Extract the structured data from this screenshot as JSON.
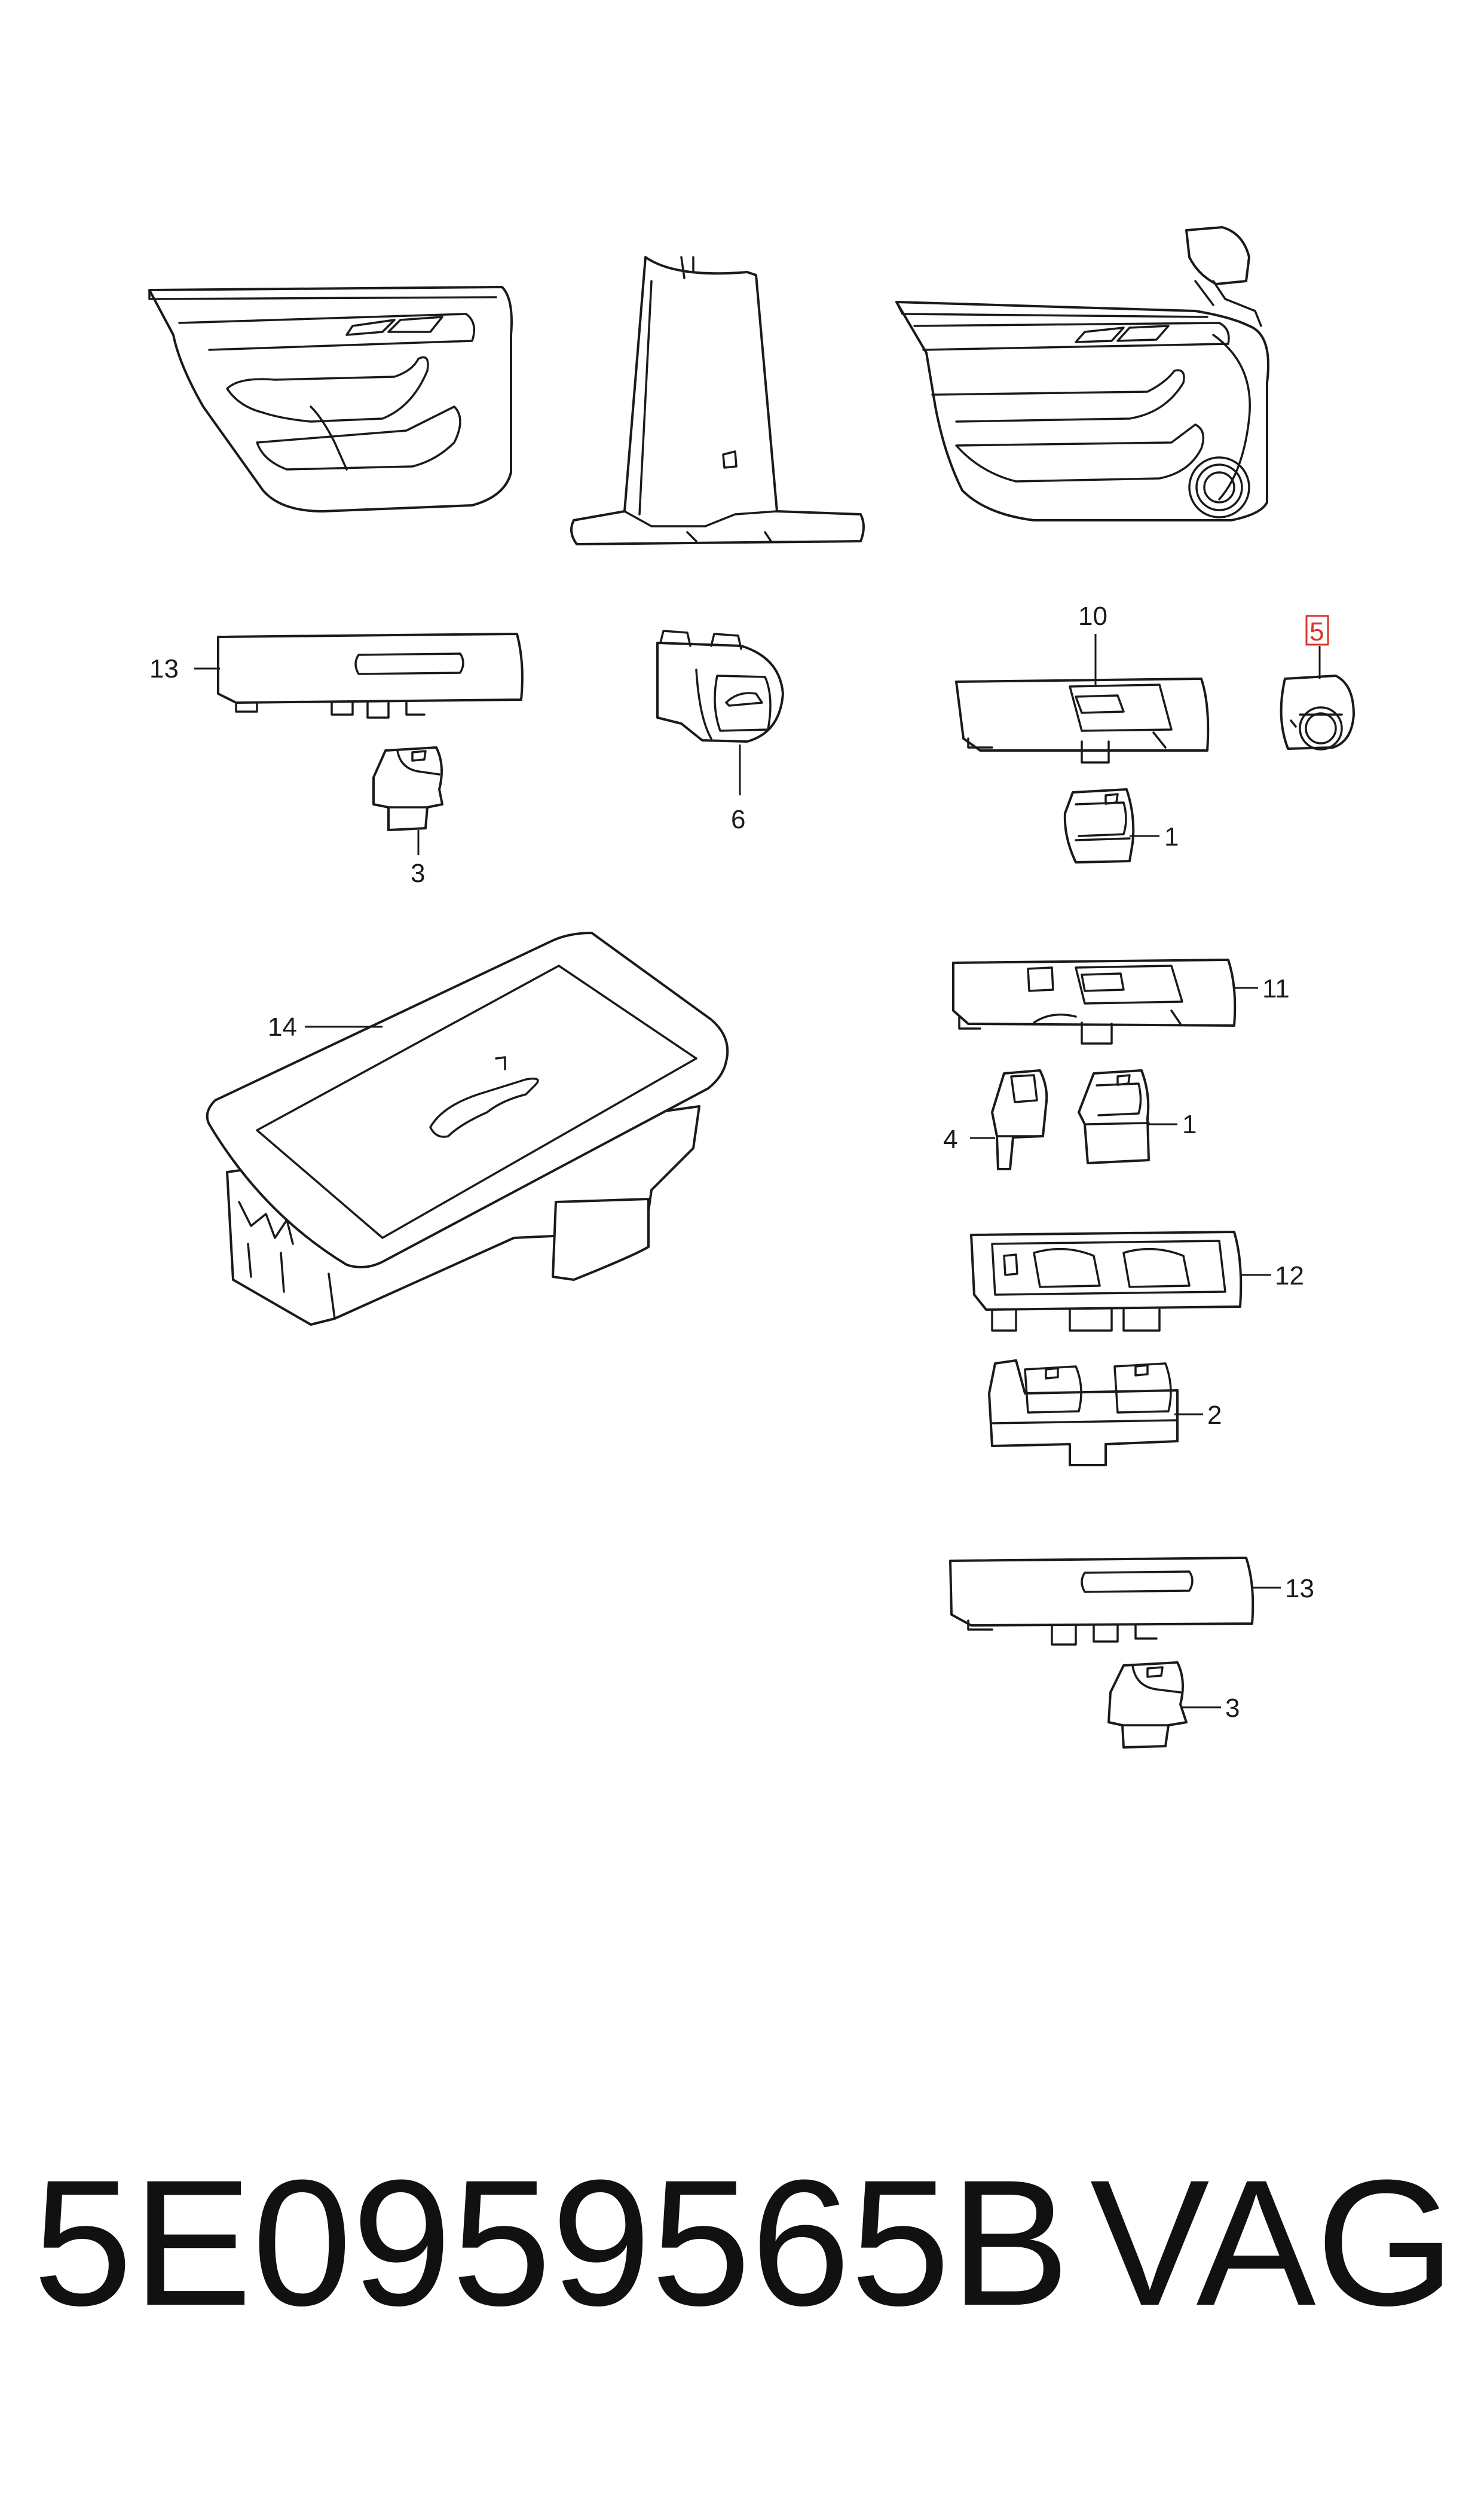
{
  "callouts": {
    "c1a": "1",
    "c1b": "1",
    "c2": "2",
    "c3a": "3",
    "c3b": "3",
    "c4": "4",
    "c5": "5",
    "c6": "6",
    "c10": "10",
    "c11": "11",
    "c12": "12",
    "c13a": "13",
    "c13b": "13",
    "c14": "14"
  },
  "highlight_color": "#d9342b",
  "footer": {
    "part_number": "5E0959565B",
    "brand": "VAG"
  }
}
